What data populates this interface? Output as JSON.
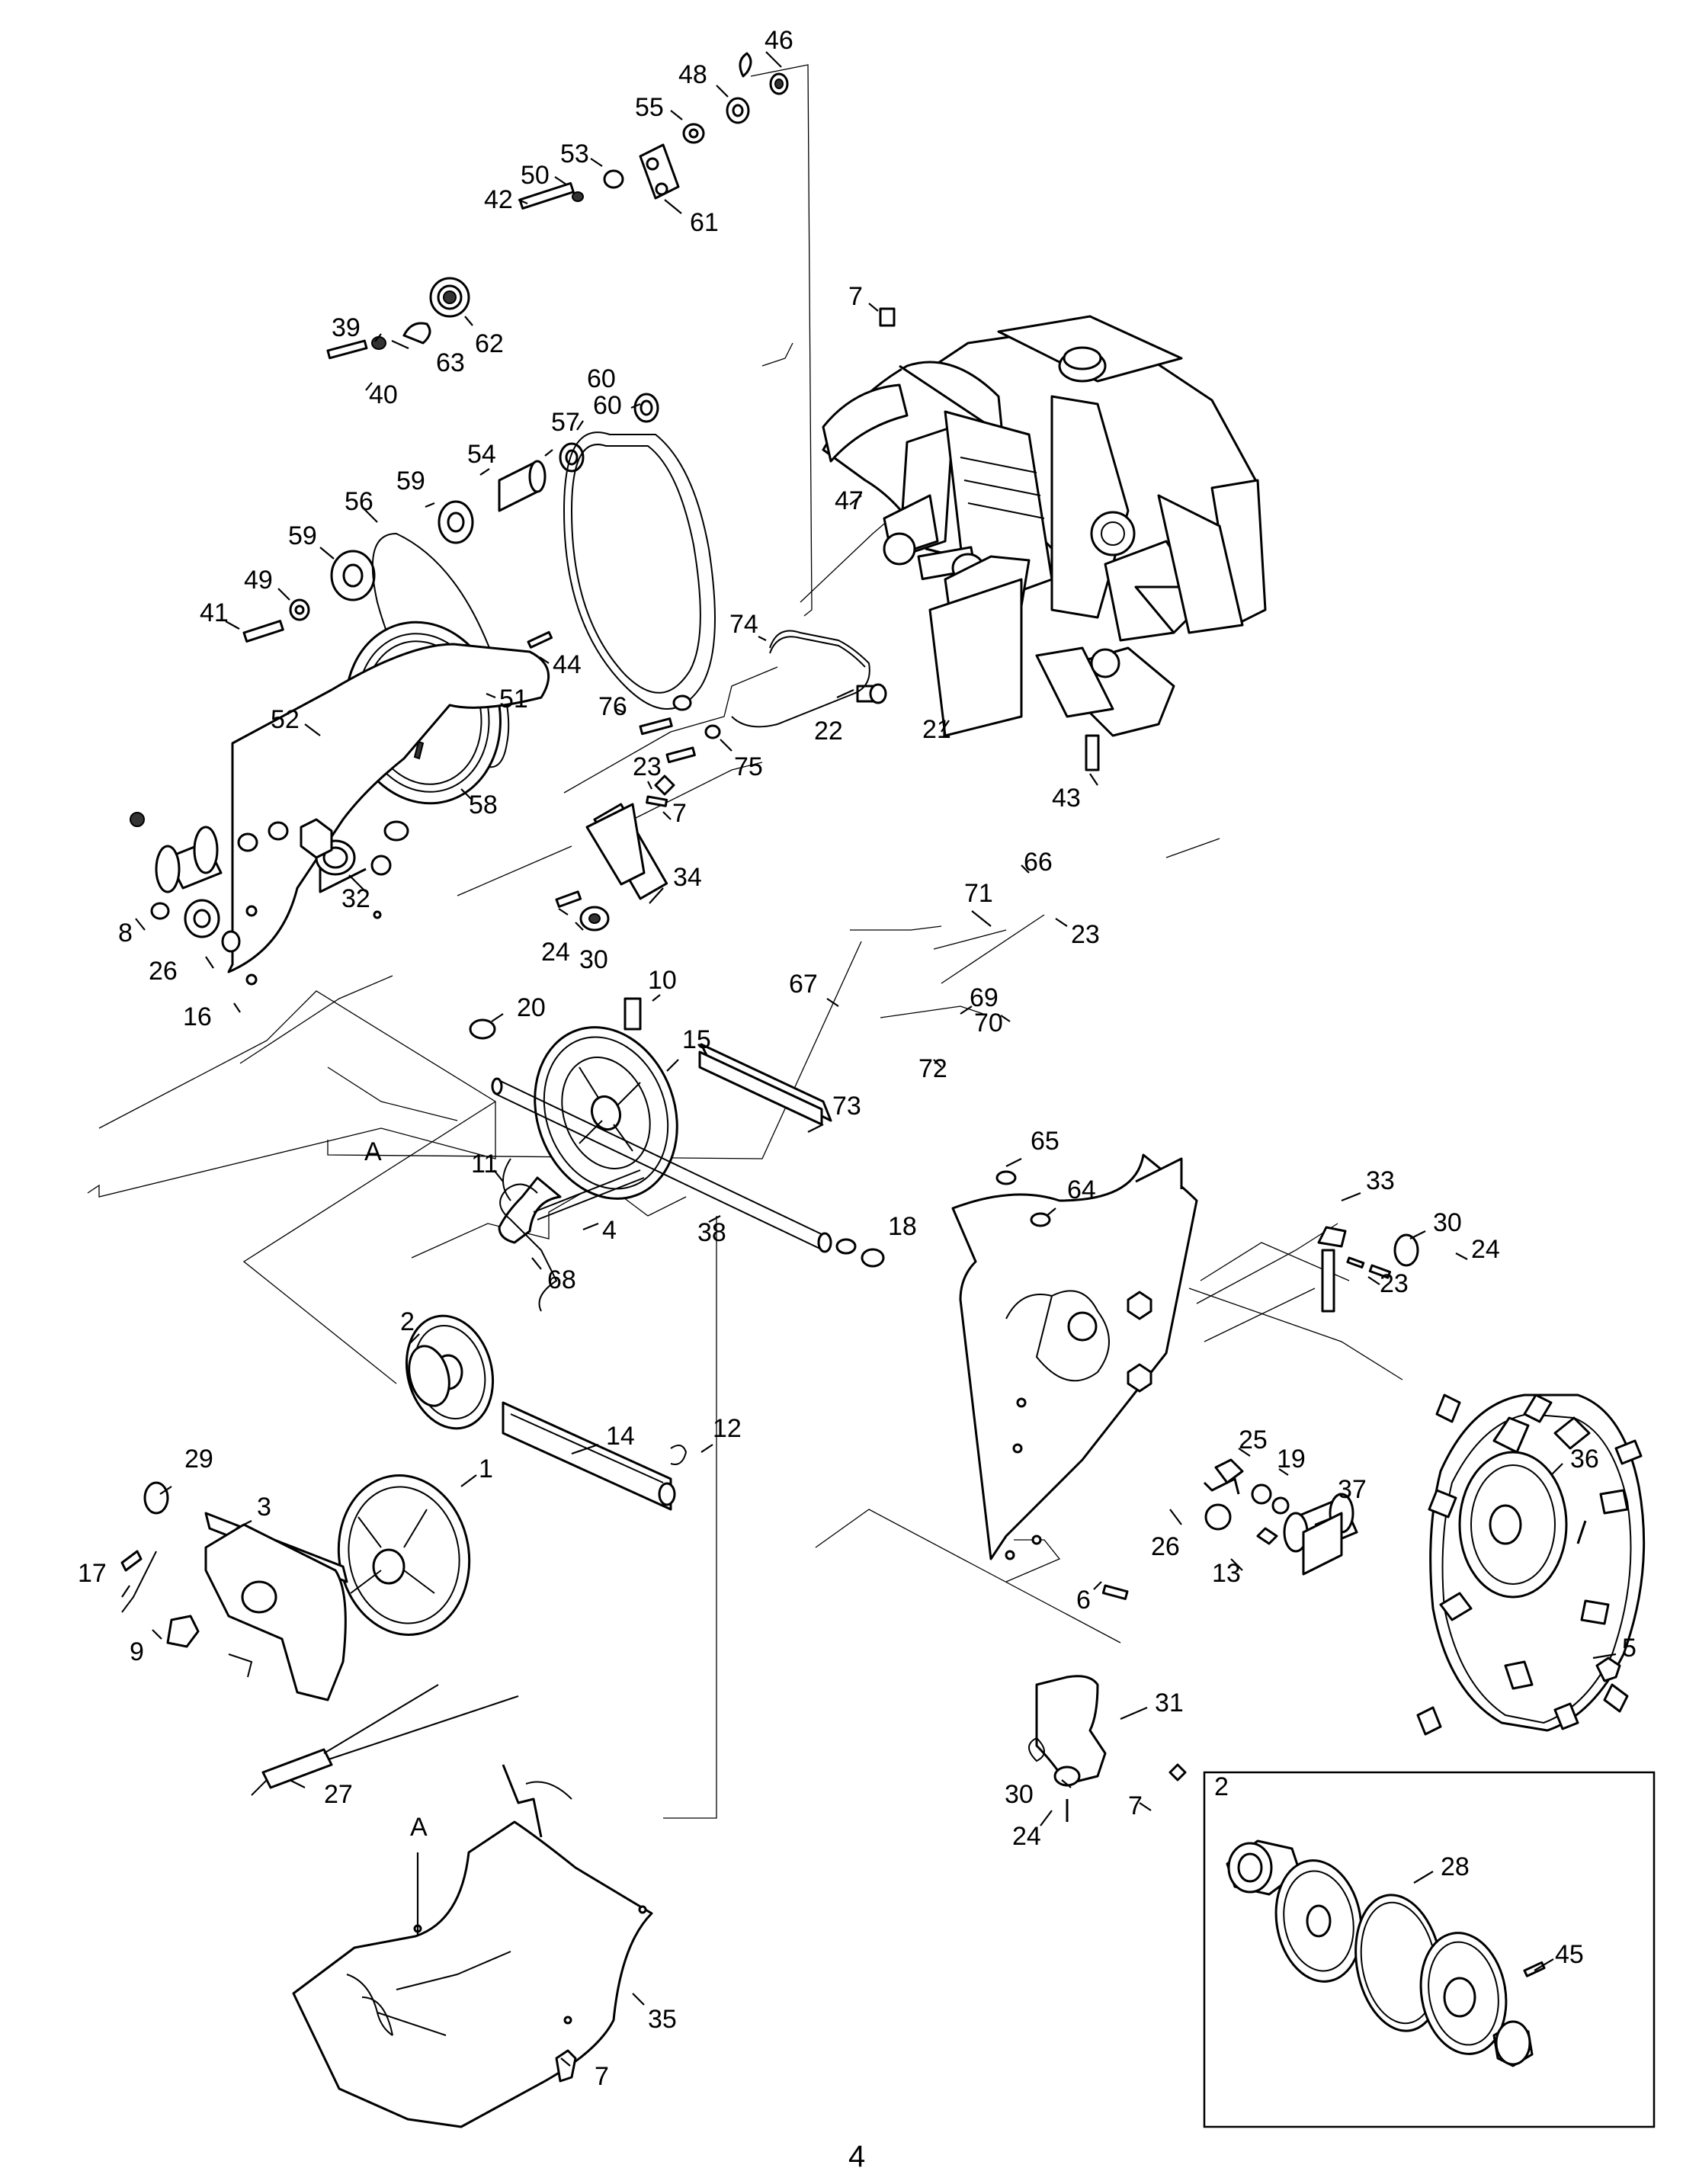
{
  "page_number": "4",
  "inset_label": "2",
  "section_markers": [
    "A",
    "A"
  ],
  "callouts": [
    "46",
    "48",
    "55",
    "53",
    "50",
    "42",
    "61",
    "7",
    "39",
    "62",
    "40",
    "63",
    "60",
    "57",
    "60",
    "54",
    "59",
    "56",
    "47",
    "59",
    "49",
    "41",
    "44",
    "51",
    "74",
    "76",
    "22",
    "21",
    "52",
    "58",
    "75",
    "43",
    "23",
    "7",
    "32",
    "34",
    "66",
    "71",
    "23",
    "8",
    "26",
    "24",
    "30",
    "16",
    "20",
    "10",
    "67",
    "69",
    "70",
    "15",
    "72",
    "73",
    "11",
    "65",
    "64",
    "33",
    "30",
    "24",
    "4",
    "38",
    "18",
    "23",
    "68",
    "2",
    "14",
    "12",
    "25",
    "19",
    "36",
    "29",
    "1",
    "37",
    "3",
    "26",
    "13",
    "17",
    "6",
    "9",
    "5",
    "27",
    "31",
    "30",
    "7",
    "24",
    "2",
    "28",
    "45",
    "35",
    "7"
  ]
}
